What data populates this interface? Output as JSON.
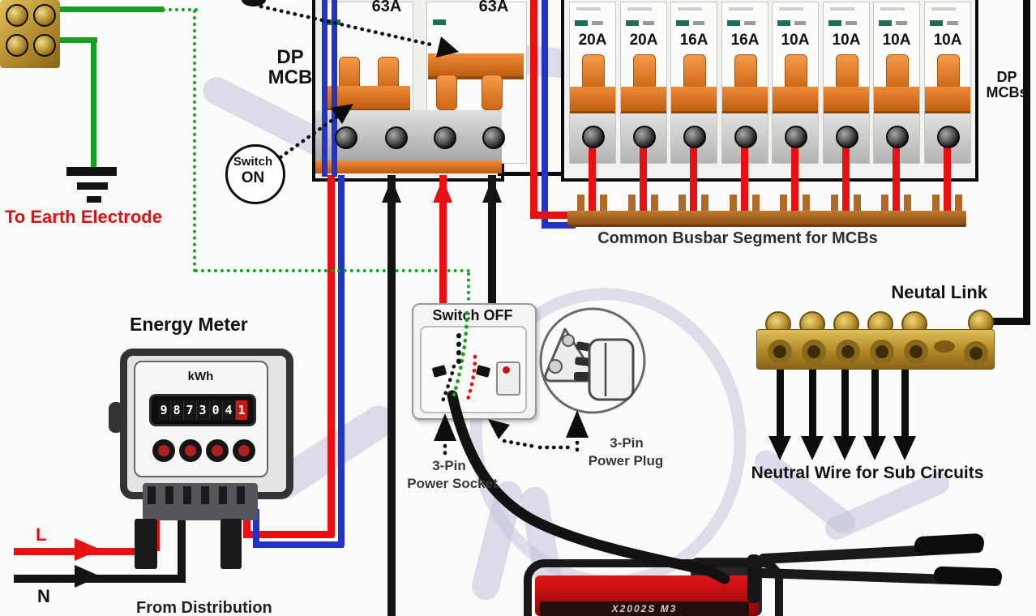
{
  "labels": {
    "earth": "To Earth Electrode",
    "dp_mcb_line1": "DP",
    "dp_mcb_line2": "MCB",
    "switch_on_line1": "Switch",
    "switch_on_line2": "ON",
    "switch_off": "Switch OFF",
    "side_mcbs_line1": "DP",
    "side_mcbs_line2": "MCBs",
    "busbar": "Common Busbar Segment for MCBs",
    "neutral_link": "Neutal Link",
    "neutral_wire": "Neutral Wire for Sub Circuits",
    "socket_line1": "3-Pin",
    "socket_line2": "Power Socket",
    "plug_line1": "3-Pin",
    "plug_line2": "Power Plug",
    "line": "L",
    "neutral": "N",
    "from_distribution": "From Distribution"
  },
  "dp_panel": {
    "ratings": [
      "63A",
      "63A"
    ]
  },
  "sp_panel": {
    "ratings": [
      "20A",
      "20A",
      "16A",
      "16A",
      "10A",
      "10A",
      "10A",
      "10A"
    ]
  },
  "meter": {
    "title": "Energy Meter",
    "unit": "kWh",
    "digits": [
      "9",
      "8",
      "7",
      "3",
      "0",
      "4"
    ],
    "last_digit": "1"
  },
  "generator": {
    "model": "X2002S M3"
  },
  "colors": {
    "live_wire": "#e81010",
    "neutral_wire": "#141414",
    "earth_wire": "#15a024",
    "blue_wire": "#2233cc",
    "mcb_toggle": "#e07820",
    "busbar_copper": "#b06a28",
    "brass": "#c8a23c",
    "label_red": "#e01010",
    "generator_red": "#cc1111"
  }
}
